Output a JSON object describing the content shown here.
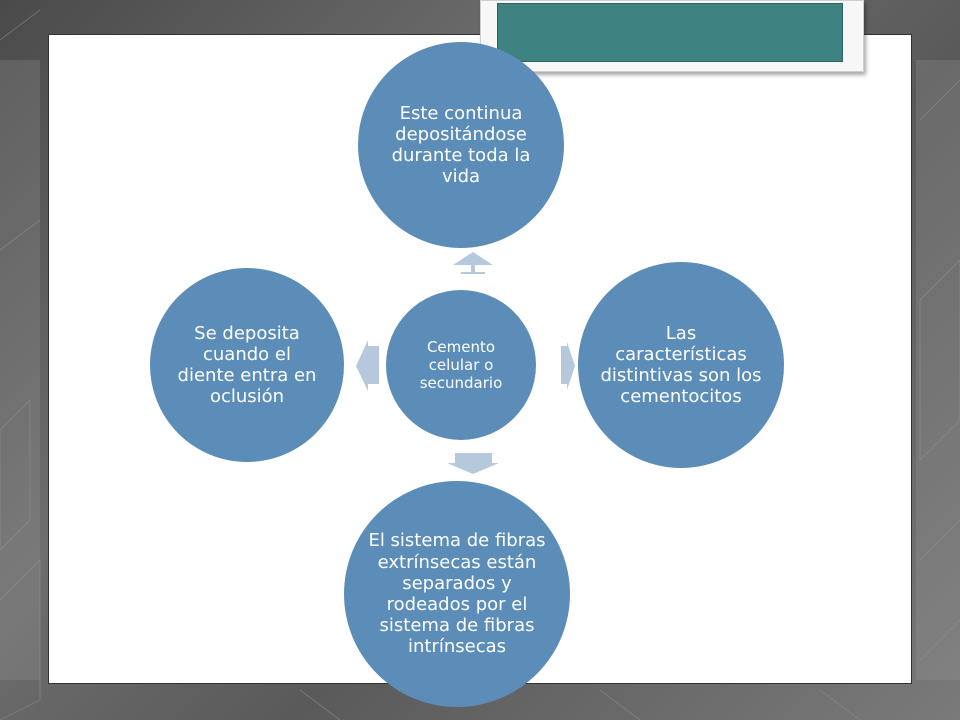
{
  "diagram": {
    "center": {
      "text": "Cemento celular o secundario"
    },
    "nodes": {
      "top": {
        "text": "Este continua depositándose durante toda la vida"
      },
      "right": {
        "text": "Las características distintivas son los cementocitos"
      },
      "bottom": {
        "text": "El sistema de fibras extrínsecas están  separados y rodeados por el sistema de fibras intrínsecas"
      },
      "left": {
        "text": "Se deposita cuando el diente entra en oclusión"
      }
    },
    "colors": {
      "node_fill": "#5b8db8",
      "arrow_fill": "#b6c8dc",
      "title_box_fill": "#3f8282",
      "background": "#5e5e5e"
    }
  }
}
